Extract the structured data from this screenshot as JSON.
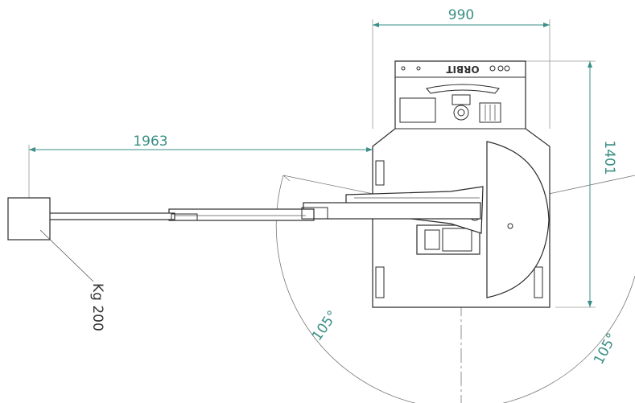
{
  "dimensions": {
    "width": "990",
    "length": "1401",
    "reach": "1963",
    "angle_left": "105°",
    "angle_right": "105°"
  },
  "load_label": "Kg 200",
  "brand": "ORBIT",
  "colors": {
    "dimension": "#3a8f86",
    "outline": "#2b2b2b",
    "extension": "#9a9a9a"
  }
}
